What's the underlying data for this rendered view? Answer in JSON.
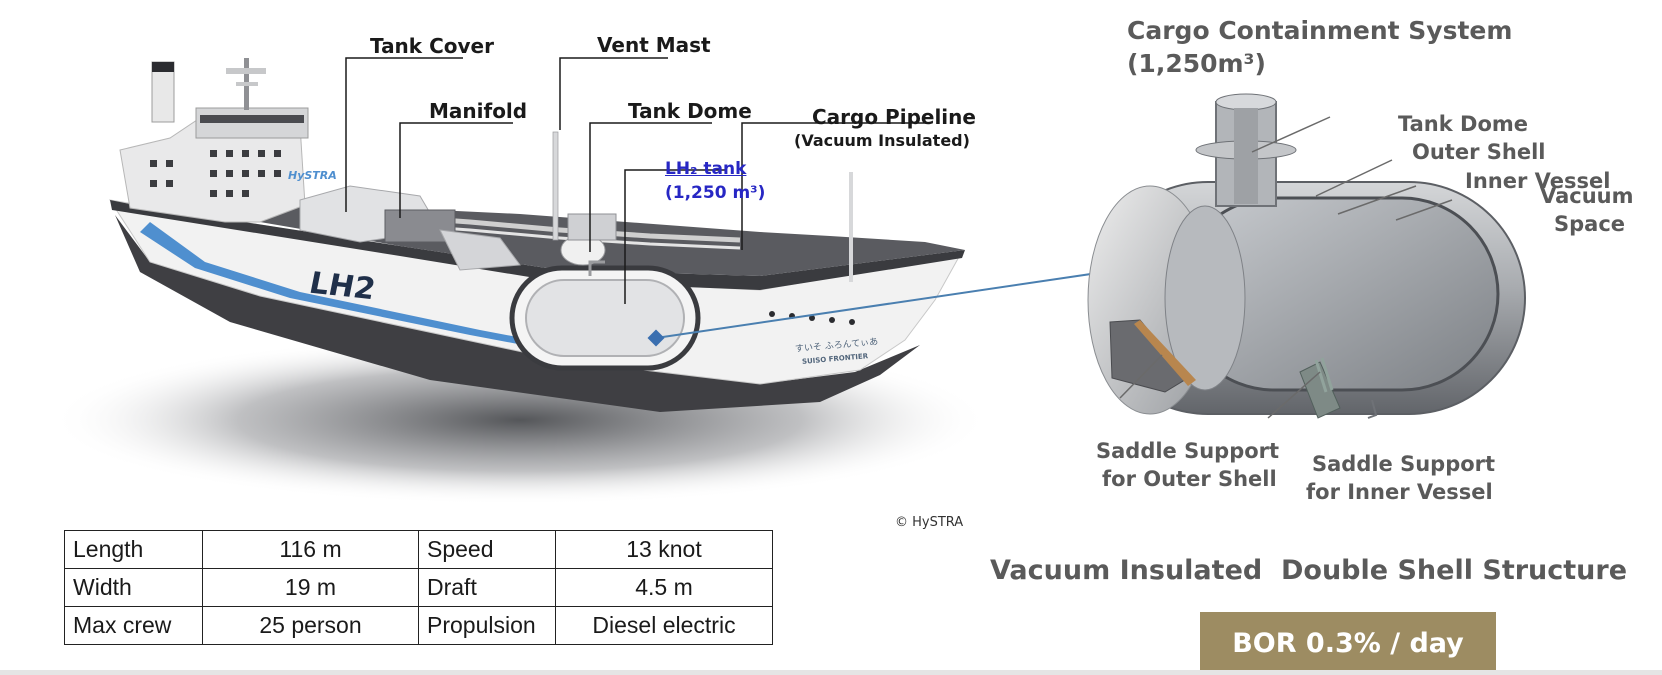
{
  "ship_labels": {
    "tank_cover": "Tank Cover",
    "vent_mast": "Vent Mast",
    "manifold": "Manifold",
    "tank_dome": "Tank Dome",
    "cargo_pipeline": "Cargo Pipeline",
    "cargo_pipeline_sub": "(Vacuum Insulated)",
    "lh2_tank": "LH₂ tank",
    "lh2_tank_capacity": "(1,250 m³)"
  },
  "hull_markings": {
    "lh2": "LH2",
    "hystra": "HySTRA",
    "ship_name_jp": "すいそ ふろんてぃあ",
    "ship_name_en": "SUISO FRONTIER"
  },
  "credit": "© HySTRA",
  "cross_section": {
    "title": "Cargo Containment System",
    "capacity": "(1,250m³)",
    "labels": {
      "tank_dome": "Tank Dome",
      "outer_shell": "Outer Shell",
      "inner_vessel": "Inner Vessel",
      "vacuum": "Vacuum",
      "space": "Space",
      "saddle_outer_1": "Saddle Support",
      "saddle_outer_2": "for Outer Shell",
      "saddle_inner_1": "Saddle Support",
      "saddle_inner_2": "for Inner Vessel"
    }
  },
  "structure_caption": "Vacuum Insulated  Double Shell Structure",
  "bor": "BOR 0.3% / day",
  "specs": [
    [
      "Length",
      "116 m",
      "Speed",
      "13 knot"
    ],
    [
      "Width",
      "19 m",
      "Draft",
      "4.5 m"
    ],
    [
      "Max crew",
      "25 person",
      "Propulsion",
      "Diesel electric"
    ]
  ],
  "colors": {
    "hull_dark": "#3f3f43",
    "hull_white": "#f2f2f2",
    "hull_stripe": "#4f8fcf",
    "leader_line": "#4a7fb0",
    "bor_box": "#9d8c62",
    "lh2_label": "#2727c4"
  }
}
